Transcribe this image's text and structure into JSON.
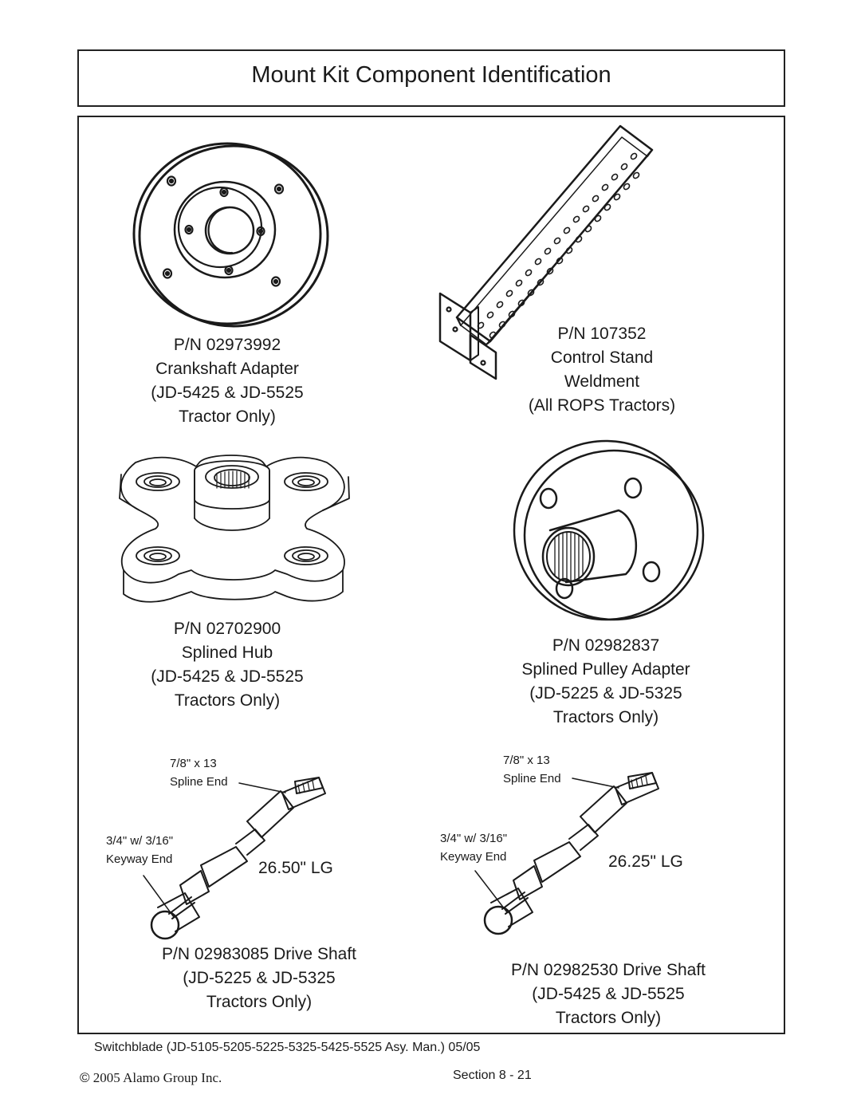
{
  "title": "Mount Kit  Component Identification",
  "components": [
    {
      "lines": [
        "P/N  02973992",
        "Crankshaft Adapter",
        "(JD-5425  &  JD-5525",
        "Tractor Only)"
      ]
    },
    {
      "lines": [
        "P/N  107352",
        "Control Stand",
        "Weldment",
        "(All ROPS Tractors)"
      ]
    },
    {
      "lines": [
        "P/N  02702900",
        "Splined Hub",
        "(JD-5425  &  JD-5525",
        "Tractors Only)"
      ]
    },
    {
      "lines": [
        "P/N  02982837",
        "Splined Pulley Adapter",
        "(JD-5225  &  JD-5325",
        "Tractors Only)"
      ]
    },
    {
      "lines": [
        "P/N  02983085  Drive Shaft",
        "(JD-5225  &  JD-5325",
        "Tractors Only)"
      ]
    },
    {
      "lines": [
        "P/N  02982530  Drive Shaft",
        "(JD-5425  &  JD-5525",
        "Tractors Only)"
      ]
    }
  ],
  "shaft_left": {
    "spline_label": [
      "7/8\" x 13",
      "Spline End"
    ],
    "keyway_label": [
      "3/4\" w/ 3/16\"",
      "Keyway End"
    ],
    "length": "26.50\"  LG"
  },
  "shaft_right": {
    "spline_label": [
      "7/8\" x 13",
      "Spline End"
    ],
    "keyway_label": [
      "3/4\" w/ 3/16\"",
      "Keyway End"
    ],
    "length": "26.25\"  LG"
  },
  "footer": {
    "manual": "Switchblade  (JD-5105-5205-5225-5325-5425-5525  Asy. Man.) 05/05",
    "copyright_symbol": "©",
    "copyright": " 2005 Alamo Group Inc.",
    "section": "Section 8  -  21"
  }
}
